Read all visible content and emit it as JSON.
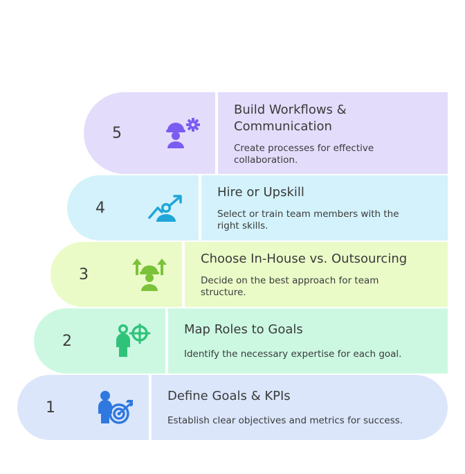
{
  "steps": [
    {
      "number": "5",
      "title_lines": [
        "Build Workflows &",
        "Communication"
      ],
      "description_lines": [
        "Create processes for effective",
        "collaboration."
      ],
      "color": "#e4dcfb",
      "icon_color": "#7b5cf0",
      "icon": "worker-gear-icon"
    },
    {
      "number": "4",
      "title_lines": [
        "Hire or Upskill"
      ],
      "description_lines": [
        "Select or train team members with the",
        "right skills."
      ],
      "color": "#d3f2fb",
      "icon_color": "#1fa6d8",
      "icon": "person-growth-arrow-icon"
    },
    {
      "number": "3",
      "title_lines": [
        "Choose In-House vs. Outsourcing"
      ],
      "description_lines": [
        "Decide on the best approach for team",
        "structure."
      ],
      "color": "#eafbc8",
      "icon_color": "#7bc23a",
      "icon": "worker-up-arrows-icon"
    },
    {
      "number": "2",
      "title_lines": [
        "Map Roles to Goals"
      ],
      "description_lines": [
        "Identify the necessary expertise for each goal."
      ],
      "color": "#ccf8e2",
      "icon_color": "#2fc37a",
      "icon": "person-target-icon"
    },
    {
      "number": "1",
      "title_lines": [
        "Define Goals & KPIs"
      ],
      "description_lines": [
        "Establish clear objectives and metrics for success."
      ],
      "color": "#dbe6fb",
      "icon_color": "#2f78e0",
      "icon": "person-bullseye-icon"
    }
  ]
}
